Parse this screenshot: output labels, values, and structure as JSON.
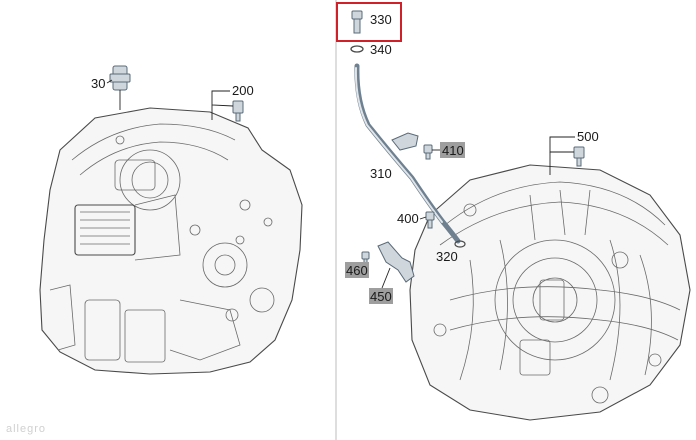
{
  "callouts": {
    "p30": "30",
    "p200": "200",
    "p330": "330",
    "p340": "340",
    "p310": "310",
    "p400": "400",
    "p410": "410",
    "p320": "320",
    "p460": "460",
    "p450": "450",
    "p500": "500"
  },
  "highlight": {
    "part": "330",
    "color": "#d0202a"
  },
  "tag_color": "#9e9e9e",
  "watermark": "allegro"
}
